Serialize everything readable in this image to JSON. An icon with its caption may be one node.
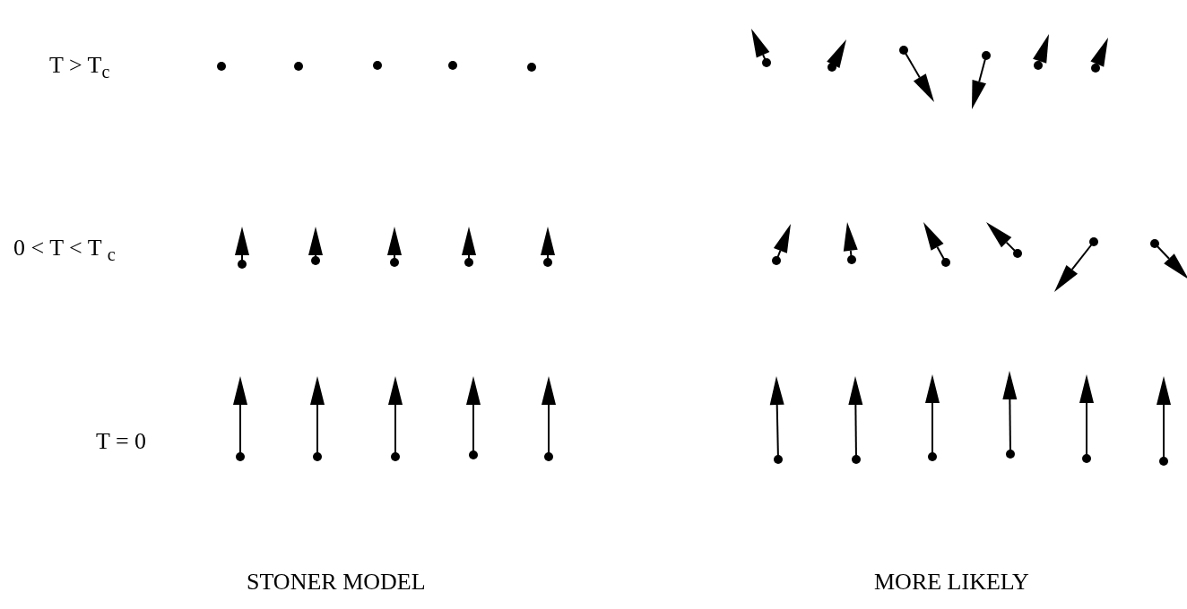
{
  "diagram": {
    "labels": [
      "T > T$_{c}$",
      "0 < T < T $_{c}$",
      "T = 0",
      "STONER MODEL",
      "MORE LIKELY"
    ]
  }
}
